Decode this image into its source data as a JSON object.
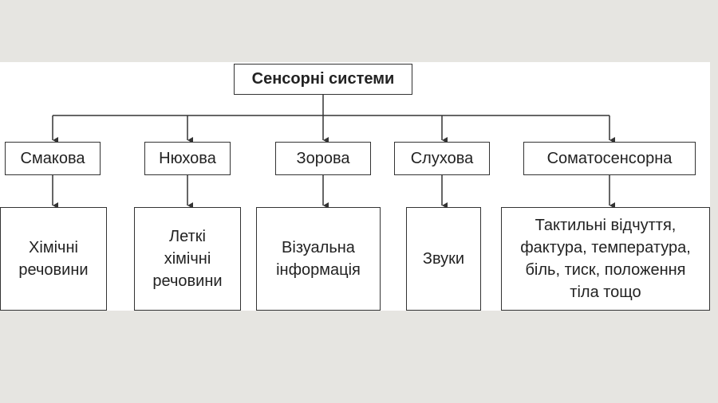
{
  "root": {
    "label": "Сенсорні системи"
  },
  "systems": [
    {
      "label": "Смакова",
      "description": "Хімічні\nречовини"
    },
    {
      "label": "Нюхова",
      "description": "Леткі\nхімічні\nречовини"
    },
    {
      "label": "Зорова",
      "description": "Візуальна\nінформація"
    },
    {
      "label": "Слухова",
      "description": "Звуки"
    },
    {
      "label": "Соматосенсорна",
      "description": "Тактильні відчуття,\nфактура, температура,\nбіль, тиск, положення\nтіла тощо"
    }
  ],
  "colors": {
    "line": "#333333",
    "background": "#e6e5e1",
    "panel": "#ffffff"
  }
}
